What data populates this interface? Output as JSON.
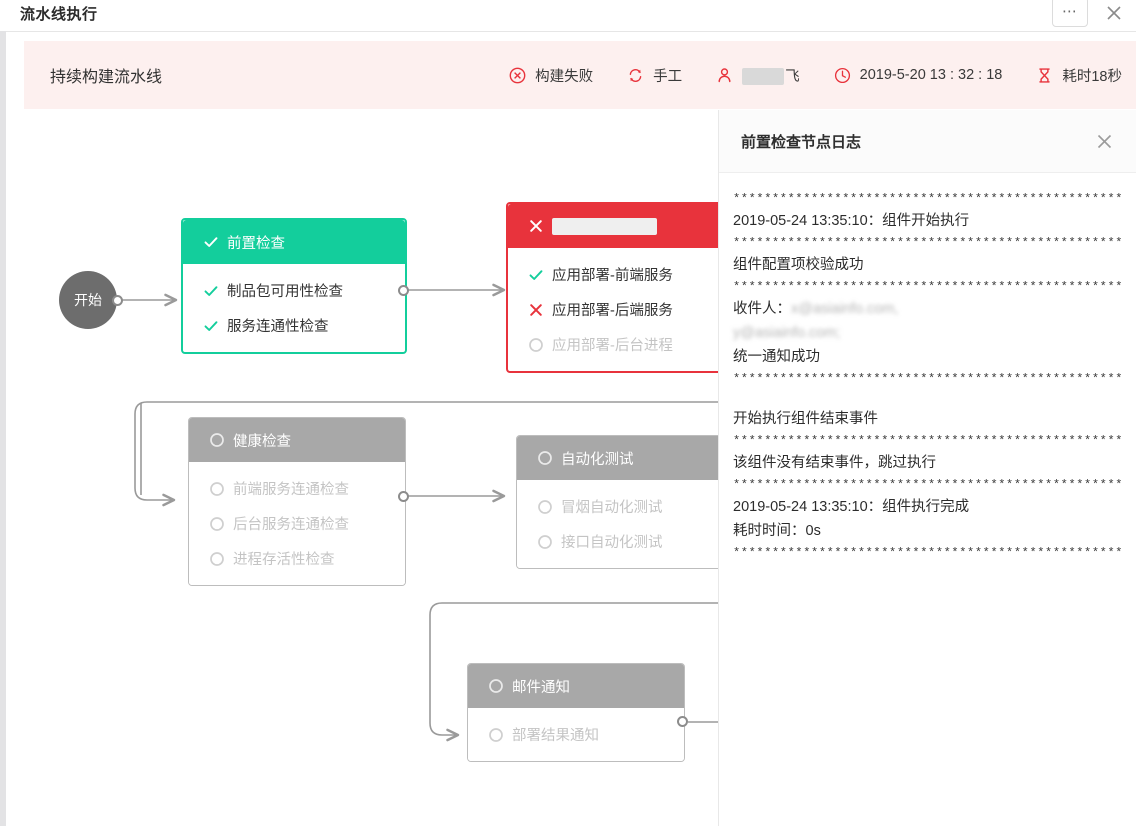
{
  "window": {
    "title": "流水线执行",
    "more_label": "•••",
    "close_icon": "close-icon"
  },
  "banner": {
    "pipeline_name": "持续构建流水线",
    "status": {
      "icon": "error-circle-icon",
      "label": "构建失败"
    },
    "trigger": {
      "icon": "refresh-icon",
      "label": "手工"
    },
    "user": {
      "icon": "user-icon",
      "label": "飞",
      "redacted": true
    },
    "time": {
      "icon": "clock-icon",
      "label": "2019-5-20 13 : 32 : 18"
    },
    "duration": {
      "icon": "hourglass-icon",
      "label": "耗时18秒"
    },
    "accent_color": "#e8333c",
    "background": "#fdf0ef"
  },
  "pipeline": {
    "start_label": "开始",
    "stages": [
      {
        "id": "precheck",
        "title": "前置检查",
        "state": "success",
        "state_icon": "check-icon",
        "title_redacted": false,
        "tasks": [
          {
            "label": "制品包可用性检查",
            "state": "ok",
            "icon": "check-icon"
          },
          {
            "label": "服务连通性检查",
            "state": "ok",
            "icon": "check-icon"
          }
        ]
      },
      {
        "id": "deploy",
        "title": "",
        "state": "failed",
        "state_icon": "cross-icon",
        "title_redacted": true,
        "tasks": [
          {
            "label": "应用部署-前端服务",
            "state": "ok",
            "icon": "check-icon"
          },
          {
            "label": "应用部署-后端服务",
            "state": "fail",
            "icon": "cross-icon"
          },
          {
            "label": "应用部署-后台进程",
            "state": "pending",
            "icon": "circle-icon"
          }
        ]
      },
      {
        "id": "health",
        "title": "健康检查",
        "state": "idle",
        "state_icon": "circle-icon",
        "title_redacted": false,
        "tasks": [
          {
            "label": "前端服务连通检查",
            "state": "pending",
            "icon": "circle-icon"
          },
          {
            "label": "后台服务连通检查",
            "state": "pending",
            "icon": "circle-icon"
          },
          {
            "label": "进程存活性检查",
            "state": "pending",
            "icon": "circle-icon"
          }
        ]
      },
      {
        "id": "autotest",
        "title": "自动化测试",
        "state": "idle",
        "state_icon": "circle-icon",
        "title_redacted": false,
        "tasks": [
          {
            "label": "冒烟自动化测试",
            "state": "pending",
            "icon": "circle-icon"
          },
          {
            "label": "接口自动化测试",
            "state": "pending",
            "icon": "circle-icon"
          }
        ]
      },
      {
        "id": "mail",
        "title": "邮件通知",
        "state": "idle",
        "state_icon": "circle-icon",
        "title_redacted": false,
        "tasks": [
          {
            "label": "部署结果通知",
            "state": "pending",
            "icon": "circle-icon"
          }
        ]
      }
    ],
    "colors": {
      "success": "#13ce9c",
      "failed": "#e8333c",
      "idle_header": "#a8a8a8",
      "idle_border": "#bdbdbd",
      "edge": "#9a9a9a",
      "start": "#6d6d6d"
    }
  },
  "log_panel": {
    "title": "前置检查节点日志",
    "close_icon": "close-icon",
    "lines": [
      {
        "type": "stars",
        "text": "*************************************************************"
      },
      {
        "type": "text",
        "text": "2019-05-24 13:35:10：组件开始执行"
      },
      {
        "type": "stars",
        "text": "*************************************************************"
      },
      {
        "type": "text",
        "text": "组件配置项校验成功"
      },
      {
        "type": "stars",
        "text": "*************************************************************"
      },
      {
        "type": "blur",
        "prefix": "收件人：",
        "text": "x@asiainfo.com,"
      },
      {
        "type": "blur",
        "prefix": "",
        "text": "y@asiainfo.com;"
      },
      {
        "type": "text",
        "text": "统一通知成功"
      },
      {
        "type": "stars",
        "text": "*************************************************************"
      },
      {
        "type": "blank",
        "text": ""
      },
      {
        "type": "text",
        "text": "开始执行组件结束事件"
      },
      {
        "type": "stars",
        "text": "*************************************************************"
      },
      {
        "type": "text",
        "text": "该组件没有结束事件，跳过执行"
      },
      {
        "type": "stars",
        "text": "*************************************************************"
      },
      {
        "type": "text",
        "text": "2019-05-24 13:35:10：组件执行完成"
      },
      {
        "type": "text",
        "text": "耗时时间：0s"
      },
      {
        "type": "stars",
        "text": "*************************************************************"
      }
    ]
  }
}
